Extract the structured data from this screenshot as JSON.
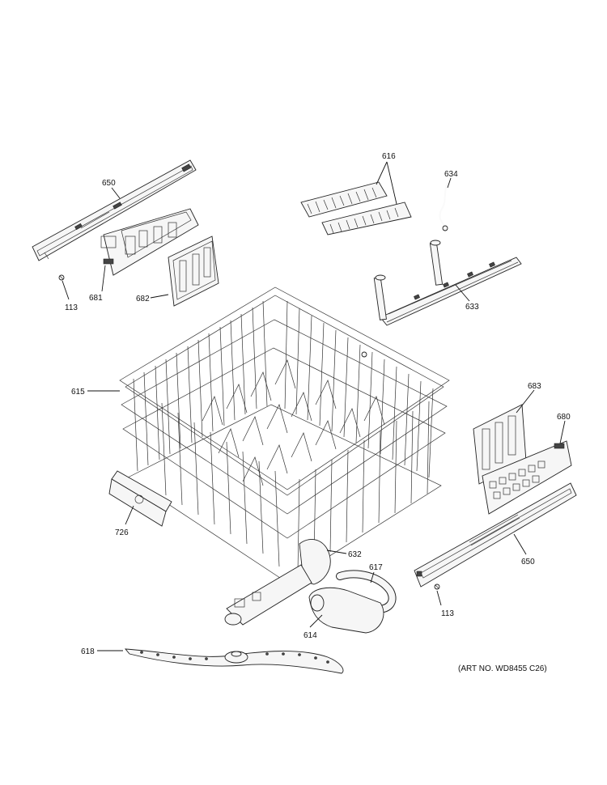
{
  "diagram": {
    "art_number": "(ART NO. WD8455 C26)",
    "callouts": {
      "c650_top": "650",
      "c616": "616",
      "c634": "634",
      "c113_left": "113",
      "c681": "681",
      "c682": "682",
      "c633": "633",
      "c615": "615",
      "c683": "683",
      "c680": "680",
      "c726": "726",
      "c632": "632",
      "c617": "617",
      "c650_bottom": "650",
      "c113_right": "113",
      "c614": "614",
      "c618": "618"
    }
  }
}
